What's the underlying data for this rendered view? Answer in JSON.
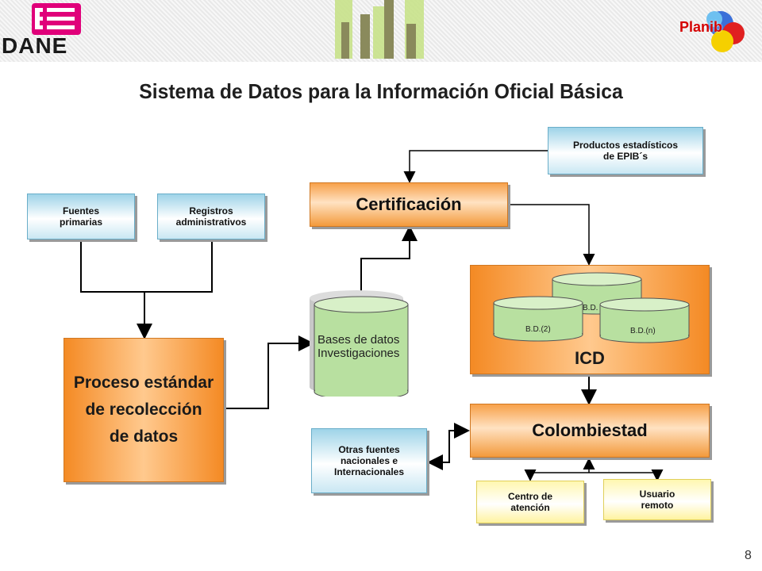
{
  "header": {
    "logo_text": "DANE",
    "planib_label": "Planib"
  },
  "title": "Sistema de Datos para la Información Oficial Básica",
  "nodes": {
    "fuentes_primarias": [
      "Fuentes",
      "primarias"
    ],
    "registros_administrativos": [
      "Registros",
      "administrativos"
    ],
    "proceso": [
      "Proceso estándar",
      "de recolección",
      "de datos"
    ],
    "bases_de_datos": [
      "Bases de datos",
      "Investigaciones"
    ],
    "certificacion": "Certificación",
    "productos": [
      "Productos estadísticos",
      "de EPIB´s"
    ],
    "icd": "ICD",
    "bd_labels": [
      "B.D.",
      "B.D.(2)",
      "B.D.(n)"
    ],
    "colombiestad": "Colombiestad",
    "otras_fuentes": [
      "Otras fuentes",
      "nacionales e",
      "Internacionales"
    ],
    "centro_atencion": [
      "Centro de",
      "atención"
    ],
    "usuario_remoto": [
      "Usuario",
      "remoto"
    ]
  },
  "colors": {
    "orange": "#f48a24",
    "blue": "#9ed3e8",
    "yellow": "#fff7b0",
    "green": "#b8e0a0",
    "red": "#d40000"
  },
  "page_number": "8"
}
